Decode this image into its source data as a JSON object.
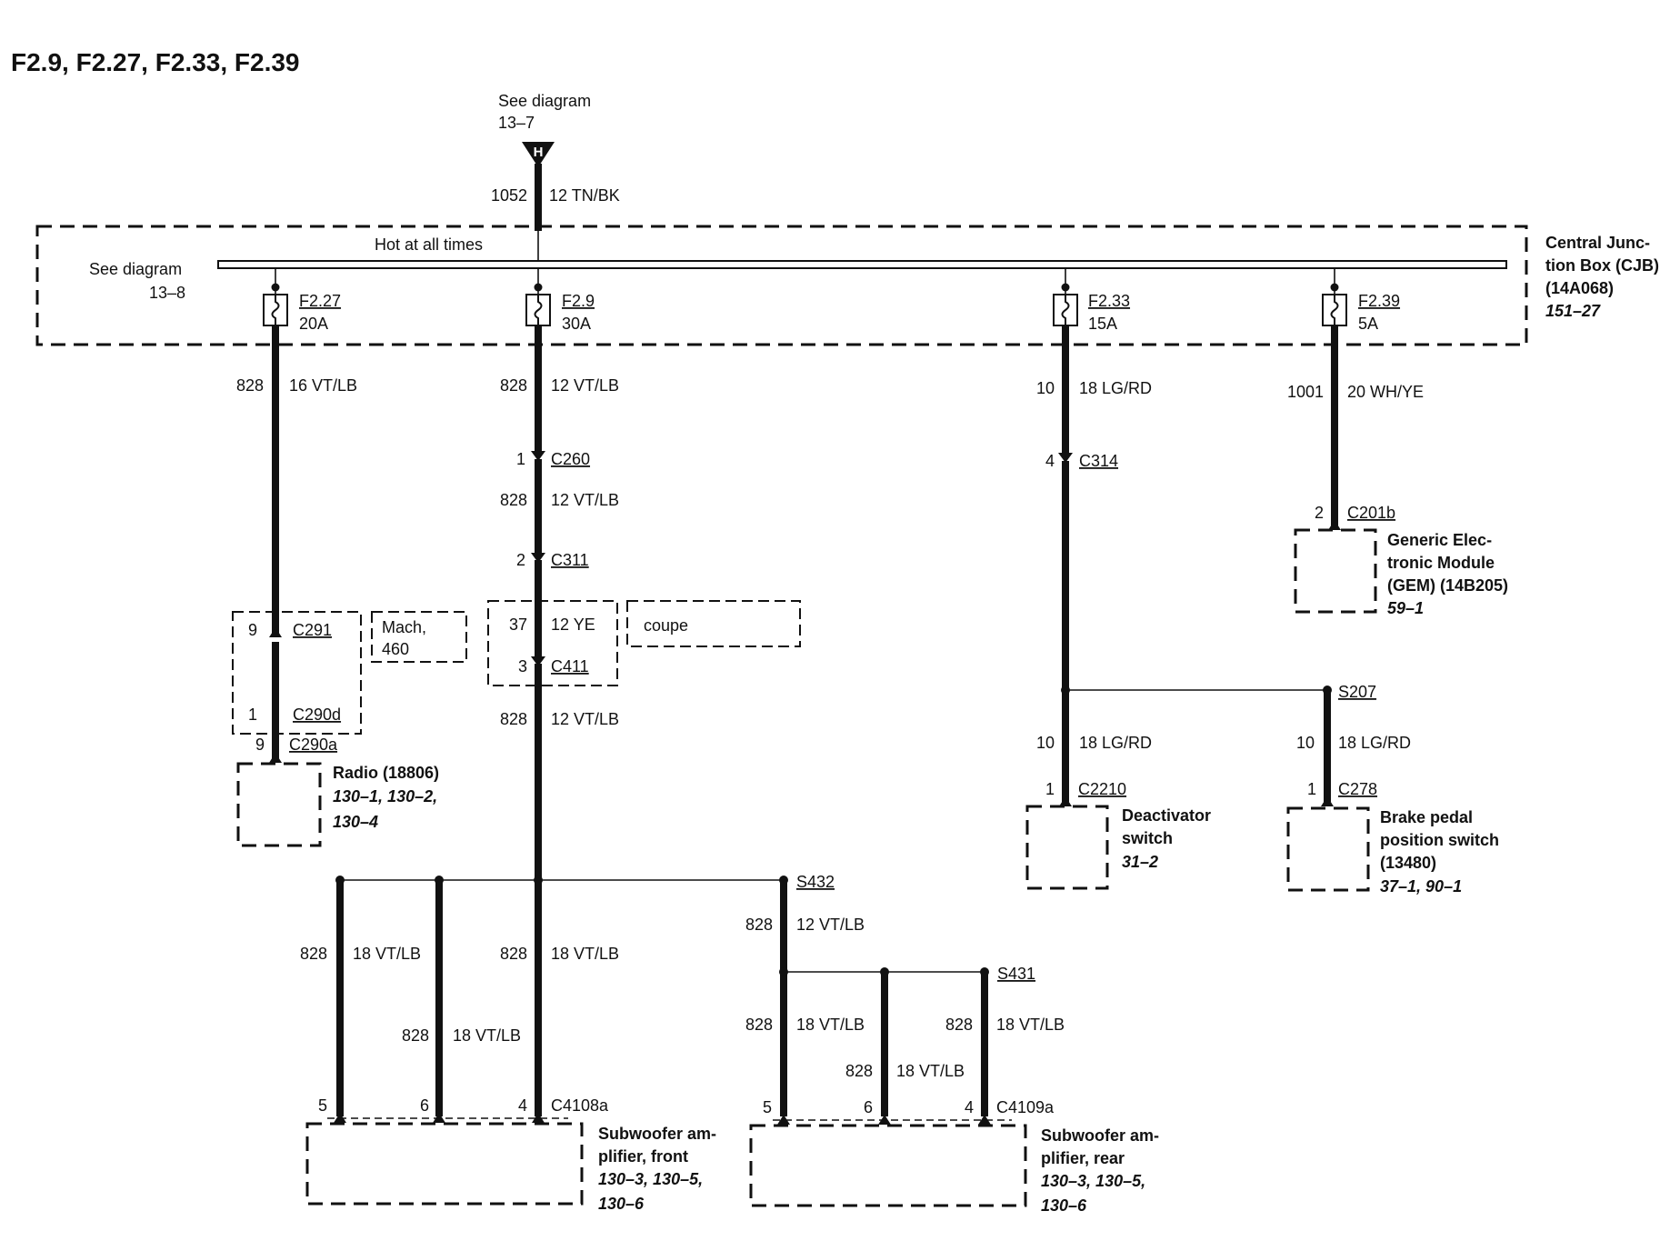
{
  "title": "F2.9, F2.27, F2.33, F2.39",
  "source": {
    "line1": "See diagram",
    "line2": "13–7",
    "connector_letter": "H",
    "circuit": "1052",
    "wire": "12 TN/BK"
  },
  "cjb": {
    "hot_label": "Hot at all times",
    "see_line1": "See diagram",
    "see_line2": "13–8",
    "name_lines": [
      "Central Junc-",
      "tion Box (CJB)",
      "(14A068)"
    ],
    "ref": "151–27"
  },
  "fuses": {
    "f227": {
      "name": "F2.27",
      "amps": "20A"
    },
    "f29": {
      "name": "F2.9",
      "amps": "30A"
    },
    "f233": {
      "name": "F2.33",
      "amps": "15A"
    },
    "f239": {
      "name": "F2.39",
      "amps": "5A"
    }
  },
  "radio_branch": {
    "circuit": "828",
    "wire": "16 VT/LB",
    "c291_pin": "9",
    "c291": "C291",
    "c290d_pin": "1",
    "c290d": "C290d",
    "variant_lines": [
      "Mach,",
      "460"
    ],
    "c290a_pin": "9",
    "c290a": "C290a",
    "component_lines": [
      "Radio (18806)"
    ],
    "ref_lines": [
      "130–1, 130–2,",
      "130–4"
    ]
  },
  "amp_branch": {
    "wire1": {
      "circuit": "828",
      "wire": "12 VT/LB"
    },
    "c260_pin": "1",
    "c260": "C260",
    "wire2": {
      "circuit": "828",
      "wire": "12 VT/LB"
    },
    "c311_pin": "2",
    "c311": "C311",
    "c411_upper_pin": "37",
    "c411_upper_wire": "12 YE",
    "c411_pin": "3",
    "c411": "C411",
    "variant": "coupe",
    "wire3": {
      "circuit": "828",
      "wire": "12 VT/LB"
    },
    "front_wires": [
      {
        "circuit": "828",
        "wire": "18 VT/LB"
      },
      {
        "circuit": "828",
        "wire": "18 VT/LB"
      },
      {
        "circuit": "828",
        "wire": "18 VT/LB"
      }
    ],
    "front_pins": [
      "5",
      "6",
      "4"
    ],
    "front_connector": "C4108a",
    "front_component_lines": [
      "Subwoofer am-",
      "plifier, front"
    ],
    "front_ref_lines": [
      "130–3, 130–5,",
      "130–6"
    ],
    "s432": "S432",
    "s432_wire": {
      "circuit": "828",
      "wire": "12 VT/LB"
    },
    "s431": "S431",
    "rear_wires": [
      {
        "circuit": "828",
        "wire": "18 VT/LB"
      },
      {
        "circuit": "828",
        "wire": "18 VT/LB"
      },
      {
        "circuit": "828",
        "wire": "18 VT/LB"
      }
    ],
    "rear_pins": [
      "5",
      "6",
      "4"
    ],
    "rear_connector": "C4109a",
    "rear_component_lines": [
      "Subwoofer am-",
      "plifier, rear"
    ],
    "rear_ref_lines": [
      "130–3, 130–5,",
      "130–6"
    ]
  },
  "brake_branch": {
    "wire1": {
      "circuit": "10",
      "wire": "18 LG/RD"
    },
    "c314_pin": "4",
    "c314": "C314",
    "s207": "S207",
    "deact_wire": {
      "circuit": "10",
      "wire": "18 LG/RD"
    },
    "c2210_pin": "1",
    "c2210": "C2210",
    "deact_lines": [
      "Deactivator",
      "switch"
    ],
    "deact_ref": "31–2",
    "bpp_wire": {
      "circuit": "10",
      "wire": "18 LG/RD"
    },
    "c278_pin": "1",
    "c278": "C278",
    "bpp_lines": [
      "Brake pedal",
      "position switch",
      "(13480)"
    ],
    "bpp_ref": "37–1, 90–1"
  },
  "gem_branch": {
    "circuit": "1001",
    "wire": "20 WH/YE",
    "c201b_pin": "2",
    "c201b": "C201b",
    "component_lines": [
      "Generic Elec-",
      "tronic Module",
      "(GEM) (14B205)"
    ],
    "ref": "59–1"
  }
}
